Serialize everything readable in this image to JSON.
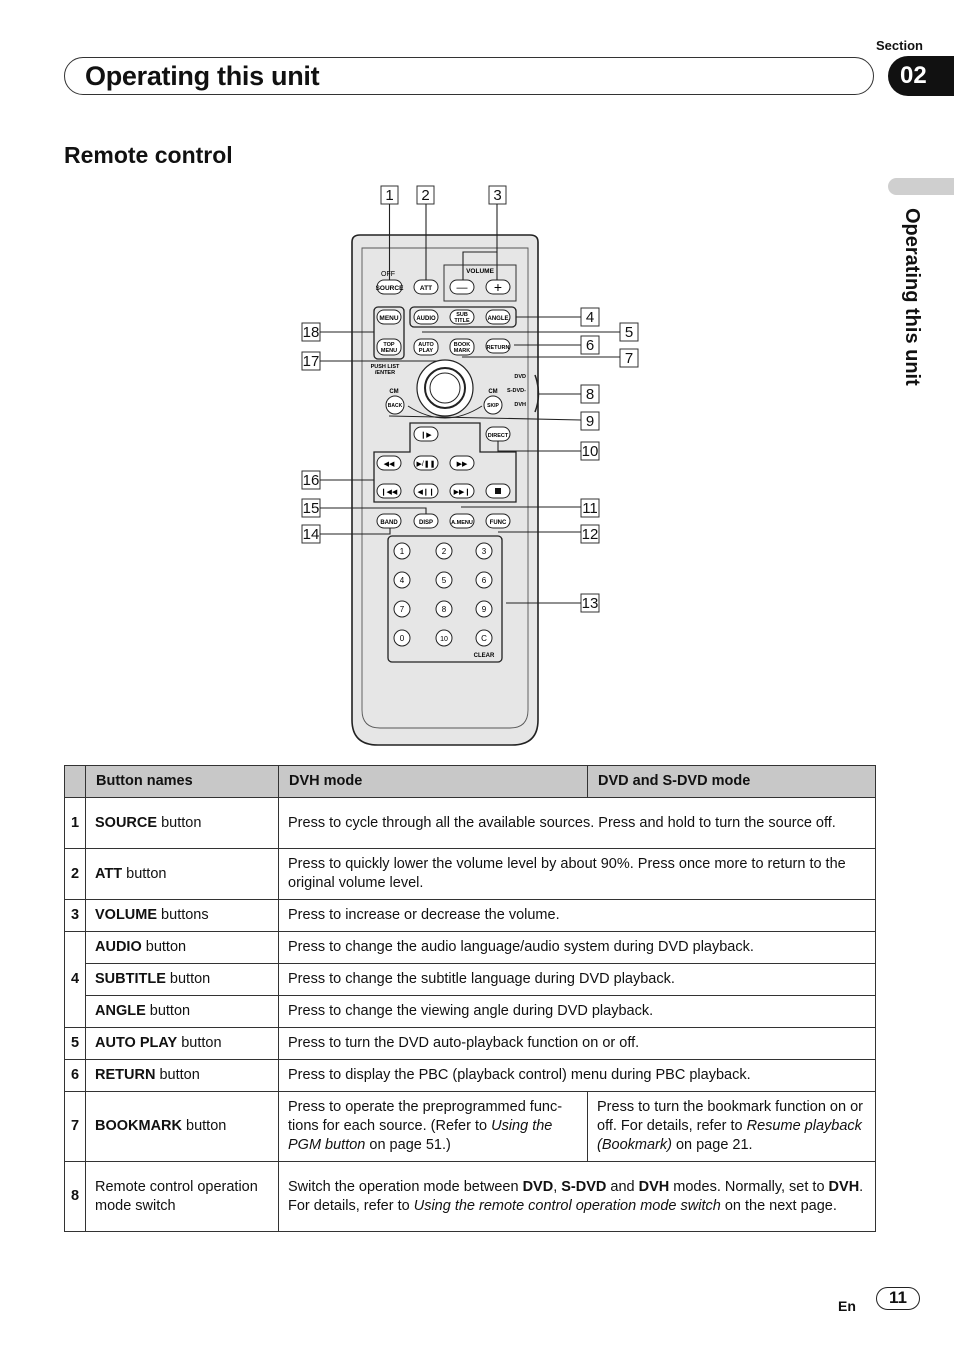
{
  "header": {
    "section_label": "Section",
    "title": "Operating this unit",
    "section_number": "02",
    "side_tab": "Operating this unit"
  },
  "subheading": "Remote control",
  "diagram": {
    "callouts": [
      "1",
      "2",
      "3",
      "4",
      "5",
      "6",
      "7",
      "8",
      "9",
      "10",
      "11",
      "12",
      "13",
      "14",
      "15",
      "16",
      "17",
      "18"
    ],
    "buttons": {
      "source": "SOURCE",
      "att": "ATT",
      "volume": "VOLUME",
      "vol_minus": "—",
      "vol_plus": "+",
      "menu": "MENU",
      "top_menu_1": "TOP",
      "top_menu_2": "MENU",
      "audio": "AUDIO",
      "sub_title_1": "SUB",
      "sub_title_2": "TITLE",
      "angle": "ANGLE",
      "auto_play_1": "AUTO",
      "auto_play_2": "PLAY",
      "book_mark_1": "BOOK",
      "book_mark_2": "MARK",
      "return": "RETURN",
      "push_list_1": "PUSH LIST",
      "push_list_2": "/ENTER",
      "cm_left": "CM",
      "cm_right": "CM",
      "back": "BACK",
      "skip": "SKIP",
      "mode_dvd": "DVD",
      "mode_sdvd": "S-DVD-",
      "mode_dvh": "DVH",
      "direct": "DIRECT",
      "band": "BAND",
      "disp": "DISP",
      "amenu": "A.MENU",
      "func": "FUNC",
      "clear": "CLEAR",
      "off": "OFF",
      "keypad": [
        "1",
        "2",
        "3",
        "4",
        "5",
        "6",
        "7",
        "8",
        "9",
        "0",
        "10",
        "C"
      ]
    }
  },
  "table": {
    "headers": [
      "",
      "Button names",
      "DVH mode",
      "DVD and S-DVD mode"
    ],
    "rows": {
      "r1": {
        "num": "1",
        "name_bold": "SOURCE",
        "name_rest": " button",
        "desc": "Press to cycle through all the available sources. Press and hold to turn the source off."
      },
      "r2": {
        "num": "2",
        "name_bold": "ATT",
        "name_rest": " button",
        "desc": "Press to quickly lower the volume level by about 90%. Press once more to return to the original volume level."
      },
      "r3": {
        "num": "3",
        "name_bold": "VOLUME",
        "name_rest": " buttons",
        "desc": "Press to increase or decrease the volume."
      },
      "r4": {
        "num": "4",
        "a": {
          "name_bold": "AUDIO",
          "name_rest": " button",
          "desc": "Press to change the audio language/audio system during DVD playback."
        },
        "b": {
          "name_bold": "SUBTITLE",
          "name_rest": " button",
          "desc": "Press to change the subtitle language during DVD playback."
        },
        "c": {
          "name_bold": "ANGLE",
          "name_rest": " button",
          "desc": "Press to change the viewing angle during DVD playback."
        }
      },
      "r5": {
        "num": "5",
        "name_bold": "AUTO PLAY",
        "name_rest": " button",
        "desc": "Press to turn the DVD auto-playback function on or off."
      },
      "r6": {
        "num": "6",
        "name_bold": "RETURN",
        "name_rest": " button",
        "desc": "Press to display the PBC (playback control) menu during PBC playback."
      },
      "r7": {
        "num": "7",
        "name_bold": "BOOKMARK",
        "name_rest": " button",
        "dvh_1": "Press to operate the preprogrammed func-tions for each source. (Refer to ",
        "dvh_italic": "Using the PGM button",
        "dvh_2": " on page 51.)",
        "dvd_1": "Press to turn the bookmark function on or off. For details, refer to ",
        "dvd_italic": "Resume playback (Bookmark)",
        "dvd_2": " on page 21."
      },
      "r8": {
        "num": "8",
        "name": "Remote control operation mode switch",
        "d1": "Switch the operation mode between ",
        "b1": "DVD",
        "d2": ", ",
        "b2": "S-DVD",
        "d3": " and ",
        "b3": "DVH",
        "d4": " modes. Normally, set to ",
        "b4": "DVH",
        "d5": ". For details, refer to ",
        "i1": "Using the remote control operation mode switch",
        "d6": " on the next page."
      }
    }
  },
  "footer": {
    "lang": "En",
    "page": "11"
  }
}
